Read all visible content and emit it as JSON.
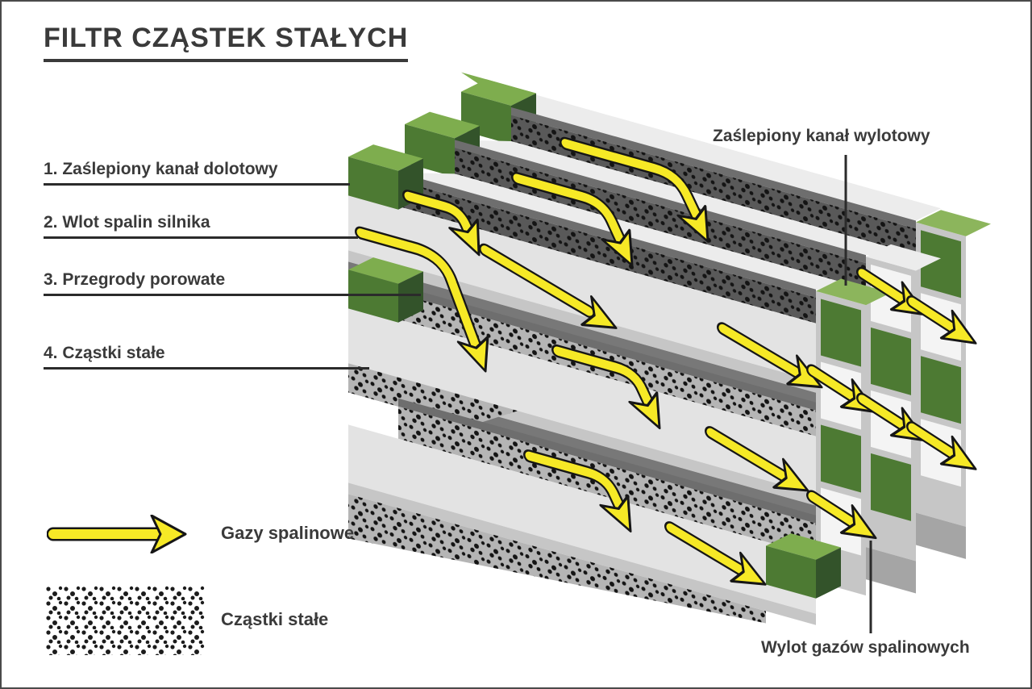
{
  "page": {
    "title": "FILTR CZĄSTEK STAŁYCH"
  },
  "diagram": {
    "subject": "diesel-particulate-filter-cutaway",
    "numbered_labels": [
      {
        "text": "1. Zaślepiony kanał dolotowy"
      },
      {
        "text": "2. Wlot spalin silnika"
      },
      {
        "text": "3. Przegrody porowate"
      },
      {
        "text": "4. Cząstki stałe"
      }
    ],
    "callouts": {
      "outlet_plugged": "Zaślepiony kanał wylotowy",
      "exhaust_outlet": "Wylot gazów spalinowych"
    },
    "legend": [
      {
        "icon": "exhaust-flow-arrow-icon",
        "label": "Gazy spalinowe"
      },
      {
        "icon": "particles-pattern-icon",
        "label": "Cząstki stałe"
      }
    ],
    "colors": {
      "arrow_yellow": "#f6e926",
      "arrow_outline": "#161616",
      "plug_green_top": "#7ead4e",
      "plug_green_front": "#4d7a33",
      "plug_green_side": "#33532a",
      "plug_cap_light_green": "#8cb55c",
      "wall_light_gray": "#e3e3e3",
      "wall_top_light": "#ececec",
      "wall_lip_gray": "#c6c6c6",
      "inter_layer_dark": "#787878",
      "porous_dark": "#595959",
      "porous_light": "#b5b5b5",
      "particle_dot": "#141414",
      "text": "#3a3a3a",
      "leader_line": "#2b2b2b"
    }
  }
}
